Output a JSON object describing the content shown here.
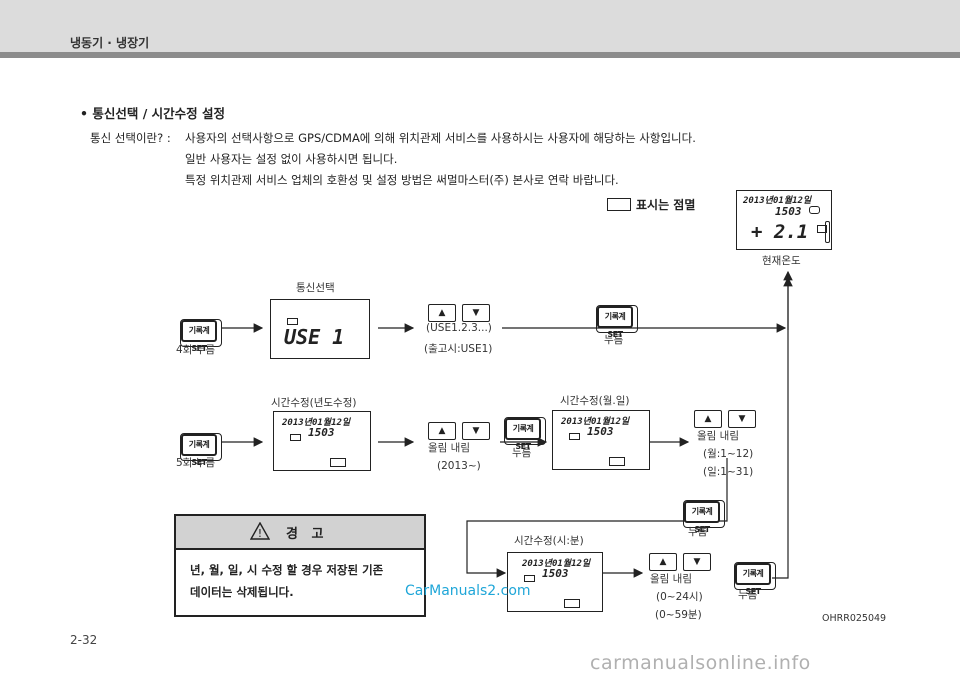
{
  "header": {
    "title": "냉동기 · 냉장기"
  },
  "section": {
    "title": "•  통신선택 / 시간수정 설정",
    "definition_label": "통신 선택이란? :",
    "lines": [
      "사용자의 선택사항으로 GPS/CDMA에 의해 위치관제 서비스를 사용하시는 사용자에 해당하는 사항입니다.",
      "일반 사용자는 설정 없이 사용하시면 됩니다.",
      "특정 위치관제 서비스 업체의 호환성 및 설정 방법은 써멀마스터(주) 본사로 연락 바랍니다."
    ]
  },
  "legend": {
    "label": "표시는  점멸"
  },
  "current_temp": {
    "label": "현재온도",
    "display_time": "2013년01월12일",
    "display_clock": "1503",
    "display_temp": "+ 2.1"
  },
  "buttons": {
    "set_label": "기록계SET",
    "up_symbol": "▲",
    "down_symbol": "▼"
  },
  "comm_select": {
    "title": "통신선택",
    "press_label": "4회 누름",
    "display": "USE 1",
    "range": "(USE1.2.3...)",
    "default": "(출고시:USE1)",
    "set_press": "누름"
  },
  "time_year": {
    "title": "시간수정(년도수정)",
    "press_label": "5회 누름",
    "display_date": "2013년01월12일",
    "display_clock": "1503",
    "up_down": "올림   내림",
    "range": "(2013~)",
    "set_press": "누름"
  },
  "time_month_day": {
    "title": "시간수정(월.일)",
    "display_date": "2013년01월12일",
    "display_clock": "1503",
    "up_down": "올림   내림",
    "range_month": "(월:1~12)",
    "range_day": "(일:1~31)",
    "set_press": "누름"
  },
  "time_hour_min": {
    "title": "시간수정(시:분)",
    "display_date": "2013년01월12일",
    "display_clock": "1503",
    "up_down": "올림   내림",
    "range_hour": "(0~24시)",
    "range_min": "(0~59분)",
    "set_press": "누름"
  },
  "warning": {
    "title": "경   고",
    "line1": "년, 월, 일, 시 수정 할 경우 저장된 기존",
    "line2": "데이터는 삭제됩니다."
  },
  "figure_code": "OHRR025049",
  "page_number": "2-32",
  "watermark": "CarManuals2.com",
  "footer_watermark": "carmanualsonline.info"
}
